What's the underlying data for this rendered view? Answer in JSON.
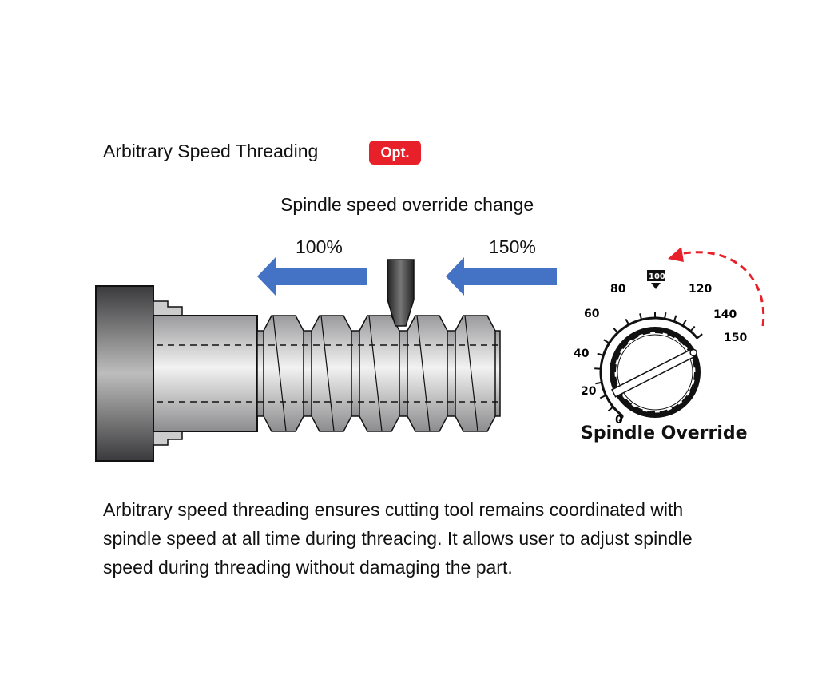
{
  "title": "Arbitrary Speed Threading",
  "badge": "Opt.",
  "subtitle": "Spindle speed override change",
  "speed_before": "100%",
  "speed_after": "150%",
  "dial": {
    "caption": "Spindle Override",
    "labels": [
      "0",
      "20",
      "40",
      "60",
      "80",
      "100",
      "120",
      "140",
      "150"
    ],
    "current_value": 150,
    "arrow_color": "#e8202a"
  },
  "arrow_color": "#4472c4",
  "description": "Arbitrary speed threading ensures cutting tool remains coordinated with spindle speed at all time during threacing. It allows user to adjust spindle speed during threading without damaging the part."
}
